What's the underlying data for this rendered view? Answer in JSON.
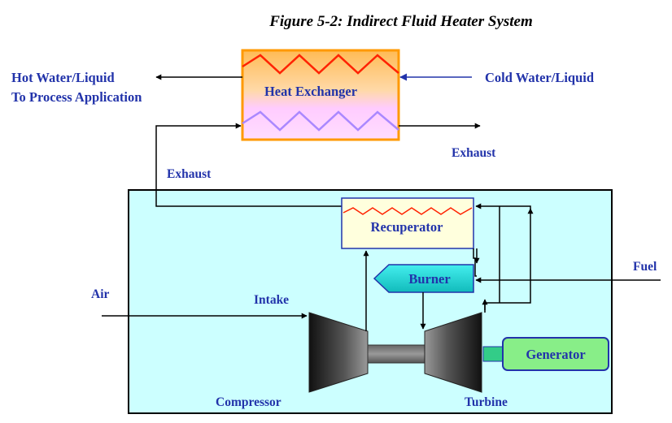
{
  "figure": {
    "caption": "Figure 5-2:  Indirect Fluid Heater System"
  },
  "labels": {
    "hot_water_line1": "Hot Water/Liquid",
    "hot_water_line2": "To Process Application",
    "cold_water": "Cold Water/Liquid",
    "heat_exchanger": "Heat Exchanger",
    "exhaust_right": "Exhaust",
    "exhaust_left": "Exhaust",
    "recuperator": "Recuperator",
    "burner": "Burner",
    "fuel": "Fuel",
    "air": "Air",
    "intake": "Intake",
    "generator": "Generator",
    "compressor": "Compressor",
    "turbine": "Turbine"
  },
  "colors": {
    "label_text": "#2233aa",
    "system_fill": "#ccffff",
    "heat_exchanger_top": "#ffcc77",
    "heat_exchanger_bottom": "#ffccff",
    "heat_exchanger_border": "#ff9900",
    "hot_coil": "#ff2200",
    "cold_coil": "#aa88ff",
    "recuperator_fill": "#ffffdd",
    "burner_fill": "#22dddd",
    "generator_fill": "#88ee88",
    "generator_border": "#2233aa"
  }
}
